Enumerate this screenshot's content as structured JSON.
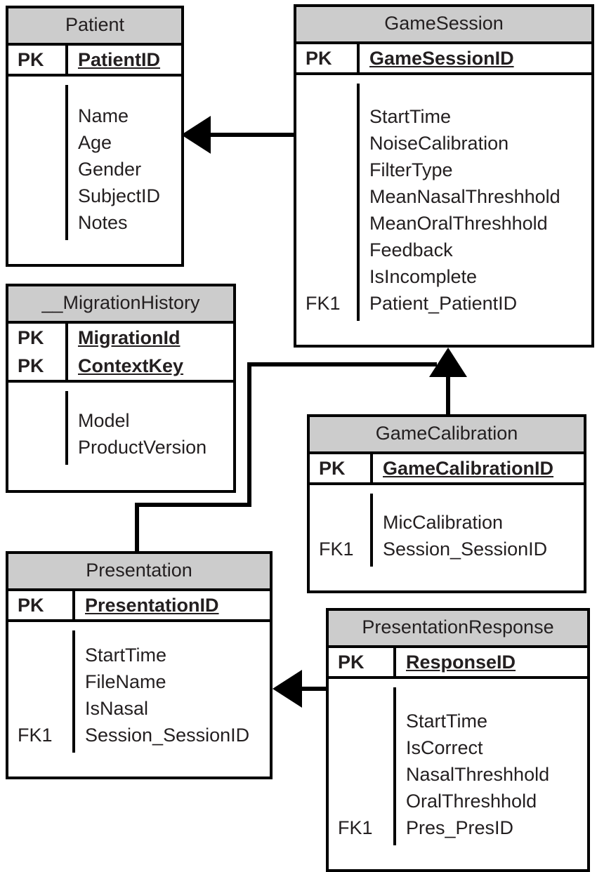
{
  "diagram": {
    "type": "entity-relationship-diagram",
    "title": "",
    "key_labels": {
      "primary": "PK",
      "foreign": "FK1"
    },
    "colors": {
      "header_fill": "#cccccc",
      "body_fill": "#ffffff",
      "stroke": "#000000",
      "text": "#231f20"
    },
    "entities": [
      {
        "id": "patient",
        "name": "Patient",
        "primary_keys": [
          {
            "key": "PK",
            "attribute": "PatientID"
          }
        ],
        "attributes": [
          {
            "key": "",
            "attribute": "Name"
          },
          {
            "key": "",
            "attribute": "Age"
          },
          {
            "key": "",
            "attribute": "Gender"
          },
          {
            "key": "",
            "attribute": "SubjectID"
          },
          {
            "key": "",
            "attribute": "Notes"
          }
        ]
      },
      {
        "id": "gamesession",
        "name": "GameSession",
        "primary_keys": [
          {
            "key": "PK",
            "attribute": "GameSessionID"
          }
        ],
        "attributes": [
          {
            "key": "",
            "attribute": "StartTime"
          },
          {
            "key": "",
            "attribute": "NoiseCalibration"
          },
          {
            "key": "",
            "attribute": "FilterType"
          },
          {
            "key": "",
            "attribute": "MeanNasalThreshhold"
          },
          {
            "key": "",
            "attribute": "MeanOralThreshhold"
          },
          {
            "key": "",
            "attribute": "Feedback"
          },
          {
            "key": "",
            "attribute": "IsIncomplete"
          },
          {
            "key": "FK1",
            "attribute": "Patient_PatientID"
          }
        ]
      },
      {
        "id": "migrationhistory",
        "name": "__MigrationHistory",
        "primary_keys": [
          {
            "key": "PK",
            "attribute": "MigrationId"
          },
          {
            "key": "PK",
            "attribute": "ContextKey"
          }
        ],
        "attributes": [
          {
            "key": "",
            "attribute": "Model"
          },
          {
            "key": "",
            "attribute": "ProductVersion"
          }
        ]
      },
      {
        "id": "gamecalibration",
        "name": "GameCalibration",
        "primary_keys": [
          {
            "key": "PK",
            "attribute": "GameCalibrationID"
          }
        ],
        "attributes": [
          {
            "key": "",
            "attribute": "MicCalibration"
          },
          {
            "key": "FK1",
            "attribute": "Session_SessionID"
          }
        ]
      },
      {
        "id": "presentation",
        "name": "Presentation",
        "primary_keys": [
          {
            "key": "PK",
            "attribute": "PresentationID"
          }
        ],
        "attributes": [
          {
            "key": "",
            "attribute": "StartTime"
          },
          {
            "key": "",
            "attribute": "FileName"
          },
          {
            "key": "",
            "attribute": "IsNasal"
          },
          {
            "key": "FK1",
            "attribute": "Session_SessionID"
          }
        ]
      },
      {
        "id": "presentationresponse",
        "name": "PresentationResponse",
        "primary_keys": [
          {
            "key": "PK",
            "attribute": "ResponseID"
          }
        ],
        "attributes": [
          {
            "key": "",
            "attribute": "StartTime"
          },
          {
            "key": "",
            "attribute": "IsCorrect"
          },
          {
            "key": "",
            "attribute": "NasalThreshhold"
          },
          {
            "key": "",
            "attribute": "OralThreshhold"
          },
          {
            "key": "FK1",
            "attribute": "Pres_PresID"
          }
        ]
      }
    ],
    "relationships": [
      {
        "id": "rel-gamesession-patient",
        "from": "gamesession",
        "to": "patient",
        "arrow": "left"
      },
      {
        "id": "rel-gamecalibration-gamesession",
        "from": "gamecalibration",
        "to": "gamesession",
        "arrow": "up"
      },
      {
        "id": "rel-presentation-gamesession",
        "from": "presentation",
        "to": "gamesession",
        "arrow": "up"
      },
      {
        "id": "rel-presentationresponse-presentation",
        "from": "presentationresponse",
        "to": "presentation",
        "arrow": "left"
      }
    ]
  }
}
